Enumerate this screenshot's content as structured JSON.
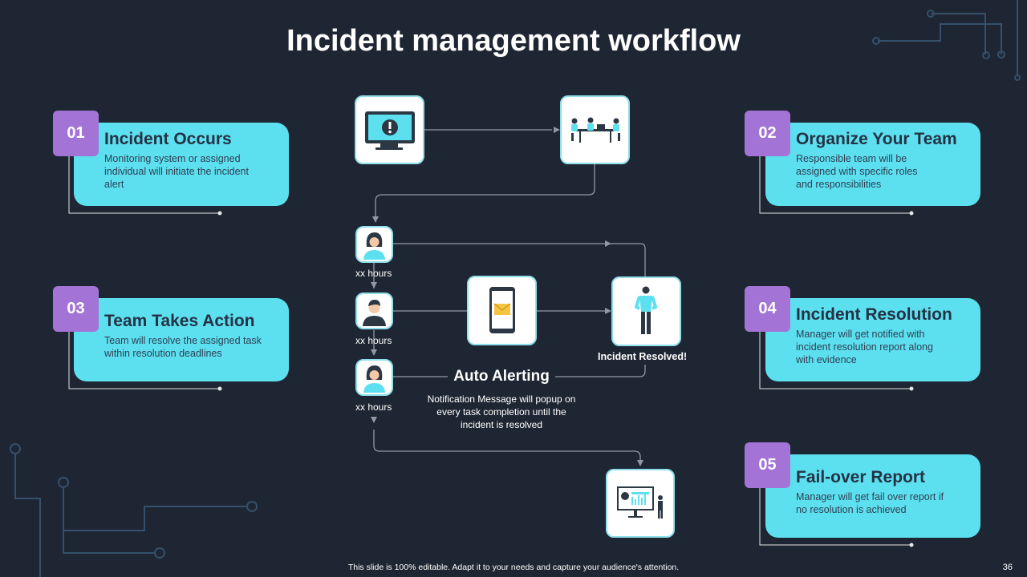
{
  "title": "Incident management workflow",
  "steps": [
    {
      "num": "01",
      "heading": "Incident Occurs",
      "desc": "Monitoring  system or assigned individual  will initiate the incident alert"
    },
    {
      "num": "02",
      "heading": "Organize Your Team",
      "desc": "Responsible team will be assigned with specific roles and responsibilities"
    },
    {
      "num": "03",
      "heading": "Team Takes Action",
      "desc": "Team  will resolve  the assigned task within resolution deadlines"
    },
    {
      "num": "04",
      "heading": "Incident Resolution",
      "desc": "Manager will get notified  with incident resolution report  along with evidence"
    },
    {
      "num": "05",
      "heading": "Fail-over Report",
      "desc": "Manager will get fail over report if no resolution is achieved"
    }
  ],
  "center": {
    "hours1": "xx hours",
    "hours2": "xx hours",
    "hours3": "xx hours",
    "resolved": "Incident Resolved!",
    "auto_title": "Auto Alerting",
    "auto_desc": "Notification Message will popup on every  task completion until the incident is resolved"
  },
  "icons": {
    "monitor": "monitor-alert-icon",
    "team": "team-meeting-icon",
    "person1": "woman-avatar-icon",
    "person2": "man-avatar-icon",
    "person3": "woman-avatar-icon",
    "phone": "phone-message-icon",
    "resolver": "standing-man-icon",
    "report": "presentation-report-icon"
  },
  "colors": {
    "background": "#1f2633",
    "card": "#5ce0f0",
    "badge": "#a374d6"
  },
  "footer": "This slide is 100% editable.  Adapt it to your needs and capture your audience's attention.",
  "page_number": "36"
}
